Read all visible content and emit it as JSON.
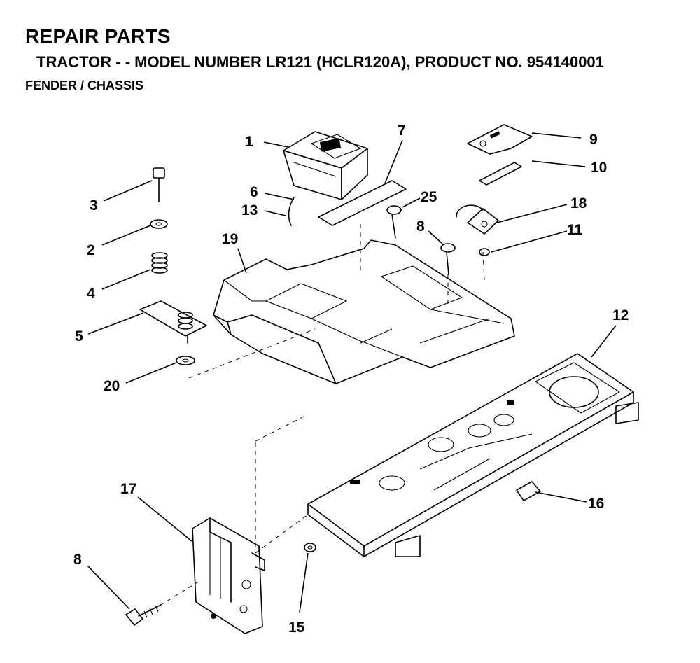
{
  "header": {
    "title": "REPAIR PARTS",
    "subtitle": "TRACTOR - - MODEL NUMBER LR121 (HCLR120A), PRODUCT NO. 954140001",
    "section": "FENDER / CHASSIS"
  },
  "callouts": {
    "c1": "1",
    "c2": "2",
    "c3": "3",
    "c4": "4",
    "c5": "5",
    "c6": "6",
    "c7": "7",
    "c8a": "8",
    "c8b": "8",
    "c9": "9",
    "c10": "10",
    "c11": "11",
    "c12": "12",
    "c13": "13",
    "c15": "15",
    "c16": "16",
    "c17": "17",
    "c18": "18",
    "c19": "19",
    "c20": "20",
    "c25": "25"
  }
}
